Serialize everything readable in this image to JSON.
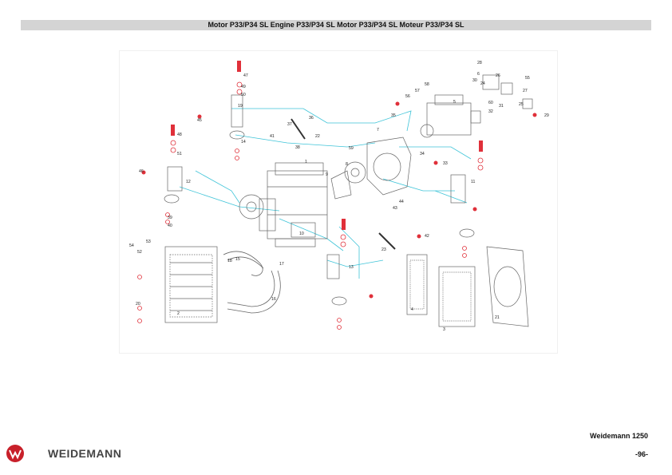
{
  "header": {
    "title": "Motor P33/P34 SL Engine P33/P34 SL Motor P33/P34 SL Moteur P33/P34 SL"
  },
  "footer": {
    "model": "Weidemann 1250",
    "page": "-96-"
  },
  "brand": {
    "name": "WEIDEMANN",
    "logo_color": "#c8202a"
  },
  "colors": {
    "leader_line": "#3fc4d8",
    "bolt": "#e0303a",
    "part_line": "#777777"
  },
  "diagram": {
    "labels": [
      {
        "n": "1"
      },
      {
        "n": "2"
      },
      {
        "n": "3"
      },
      {
        "n": "4"
      },
      {
        "n": "5"
      },
      {
        "n": "6"
      },
      {
        "n": "7"
      },
      {
        "n": "8"
      },
      {
        "n": "9"
      },
      {
        "n": "10"
      },
      {
        "n": "11"
      },
      {
        "n": "12"
      },
      {
        "n": "13"
      },
      {
        "n": "14"
      },
      {
        "n": "15"
      },
      {
        "n": "16"
      },
      {
        "n": "17"
      },
      {
        "n": "18"
      },
      {
        "n": "19"
      },
      {
        "n": "20"
      },
      {
        "n": "21"
      },
      {
        "n": "22"
      },
      {
        "n": "23"
      },
      {
        "n": "24"
      },
      {
        "n": "25"
      },
      {
        "n": "26"
      },
      {
        "n": "27"
      },
      {
        "n": "28"
      },
      {
        "n": "29"
      },
      {
        "n": "30"
      },
      {
        "n": "31"
      },
      {
        "n": "32"
      },
      {
        "n": "33"
      },
      {
        "n": "34"
      },
      {
        "n": "35"
      },
      {
        "n": "36"
      },
      {
        "n": "37"
      },
      {
        "n": "38"
      },
      {
        "n": "39"
      },
      {
        "n": "40"
      },
      {
        "n": "41"
      },
      {
        "n": "42"
      },
      {
        "n": "43"
      },
      {
        "n": "44"
      },
      {
        "n": "45"
      },
      {
        "n": "46"
      },
      {
        "n": "47"
      },
      {
        "n": "48"
      },
      {
        "n": "49"
      },
      {
        "n": "50"
      },
      {
        "n": "51"
      },
      {
        "n": "52"
      },
      {
        "n": "53"
      },
      {
        "n": "54"
      },
      {
        "n": "55"
      },
      {
        "n": "56"
      },
      {
        "n": "57"
      },
      {
        "n": "58"
      },
      {
        "n": "59"
      },
      {
        "n": "60"
      }
    ]
  }
}
